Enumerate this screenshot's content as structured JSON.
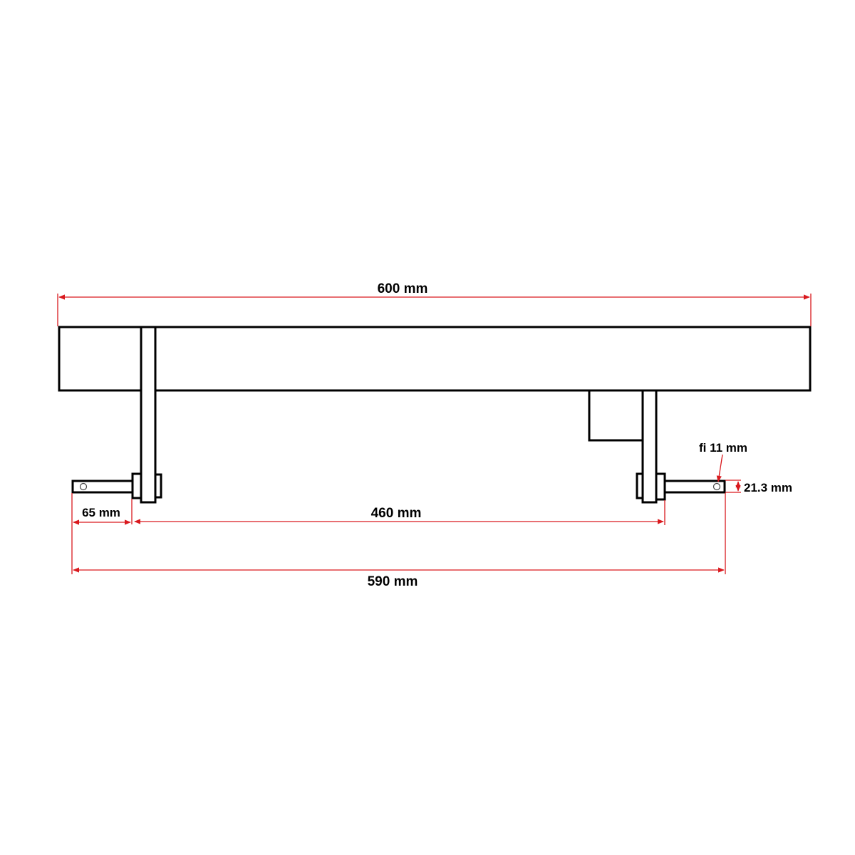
{
  "diagram": {
    "colors": {
      "outline": "#000000",
      "dimension": "#d9191e",
      "background": "#ffffff"
    },
    "dimensions": {
      "overall_length": "600 mm",
      "mount_offset": "65 mm",
      "bracket_spacing": "460 mm",
      "pin_span": "590 mm",
      "hole_diameter": "fi 11 mm",
      "tab_height": "21.3 mm"
    }
  }
}
